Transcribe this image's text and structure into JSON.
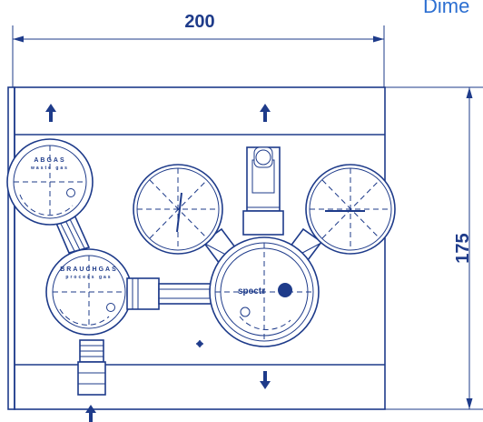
{
  "header": {
    "title": "Dime"
  },
  "dimensions": {
    "width_label": "200",
    "height_label": "175"
  },
  "gauges": {
    "top_left_line1": "ABGAS",
    "top_left_line2": "waste gas",
    "mid_left_line1": "BRAUCHGAS",
    "mid_left_line2": "process gas"
  },
  "regulator": {
    "brand": "spectr"
  },
  "colors": {
    "line": "#1e3b8a",
    "title": "#2c6fd1"
  }
}
